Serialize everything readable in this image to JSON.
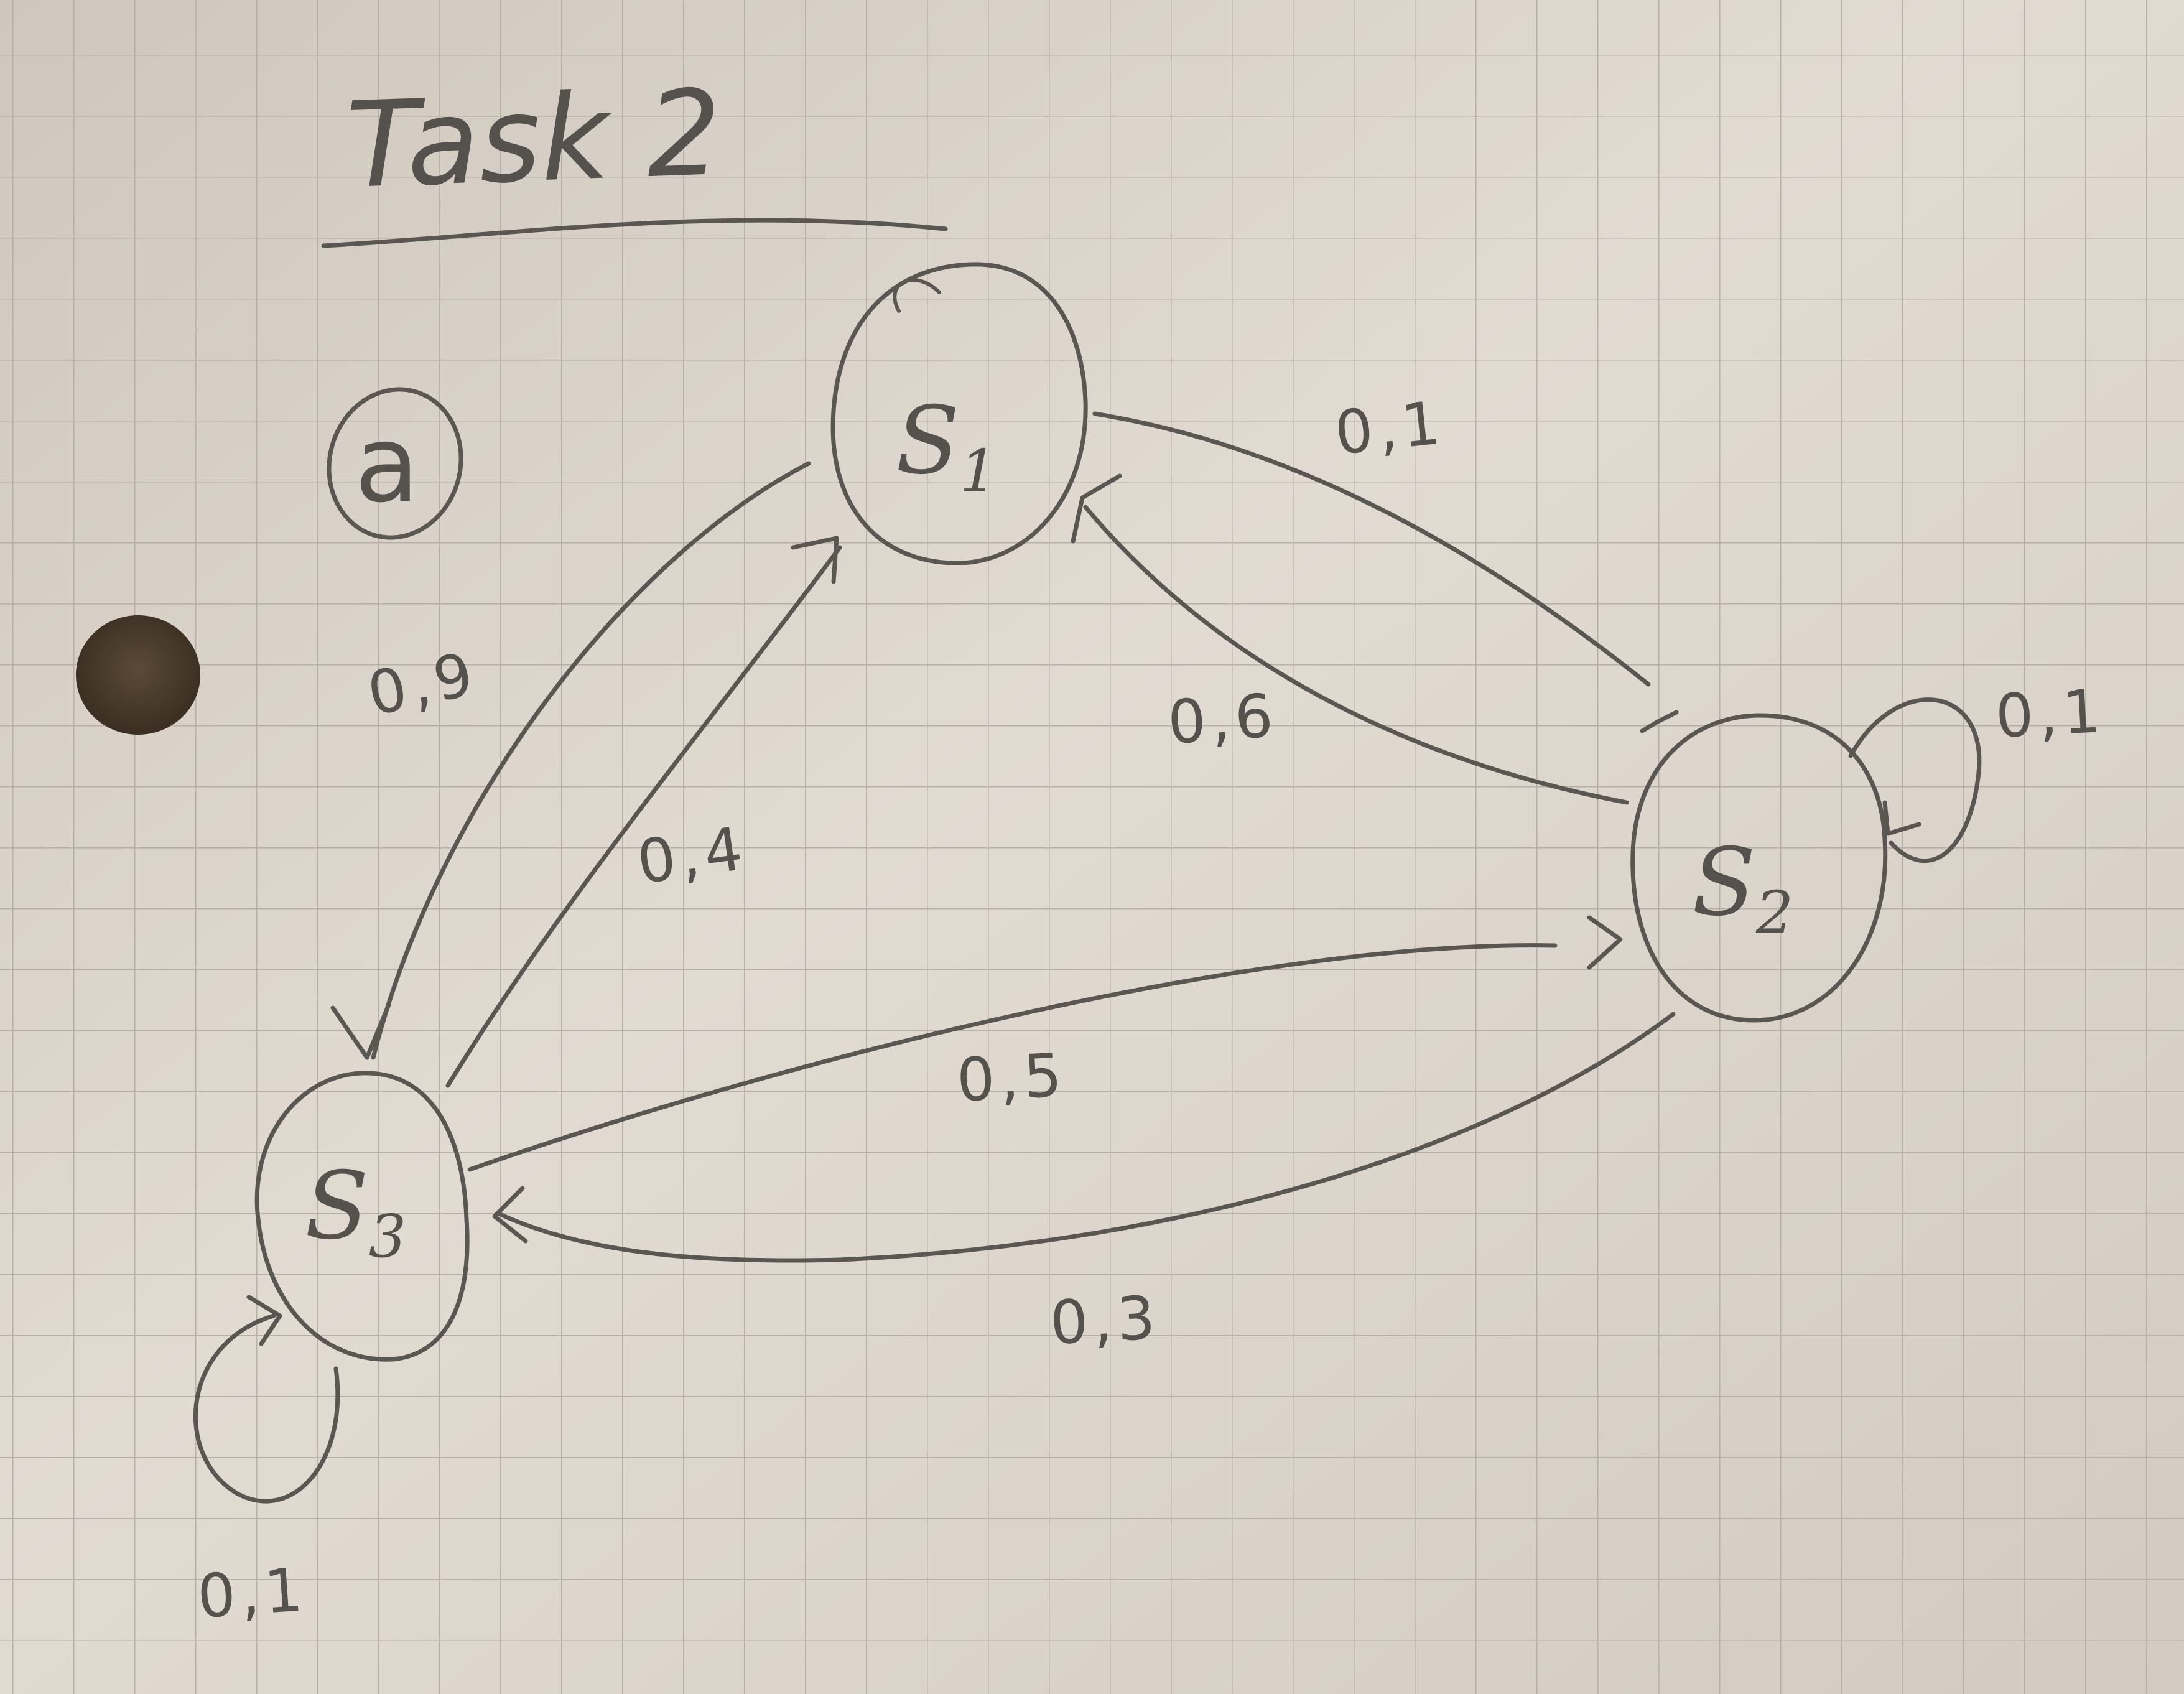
{
  "title": "Task 2",
  "part_label": "a",
  "states": [
    {
      "id": "s1",
      "name": "S",
      "sub": "1"
    },
    {
      "id": "s2",
      "name": "S",
      "sub": "2"
    },
    {
      "id": "s3",
      "name": "S",
      "sub": "3"
    }
  ],
  "transitions": [
    {
      "from": "s1",
      "to": "s2",
      "label": "0,1"
    },
    {
      "from": "s2",
      "to": "s1",
      "label": "0,6"
    },
    {
      "from": "s1",
      "to": "s3",
      "label": "0,9"
    },
    {
      "from": "s3",
      "to": "s1",
      "label": "0,4"
    },
    {
      "from": "s3",
      "to": "s2",
      "label": "0,5"
    },
    {
      "from": "s2",
      "to": "s3",
      "label": "0,3"
    },
    {
      "from": "s2",
      "to": "s2",
      "label": "0,1"
    },
    {
      "from": "s3",
      "to": "s3",
      "label": "0,1"
    }
  ],
  "colors": {
    "paper": "#ddd6cc",
    "grid": "#b4aca3",
    "ink": "#5a5652",
    "hole": "#4a3c2c"
  }
}
